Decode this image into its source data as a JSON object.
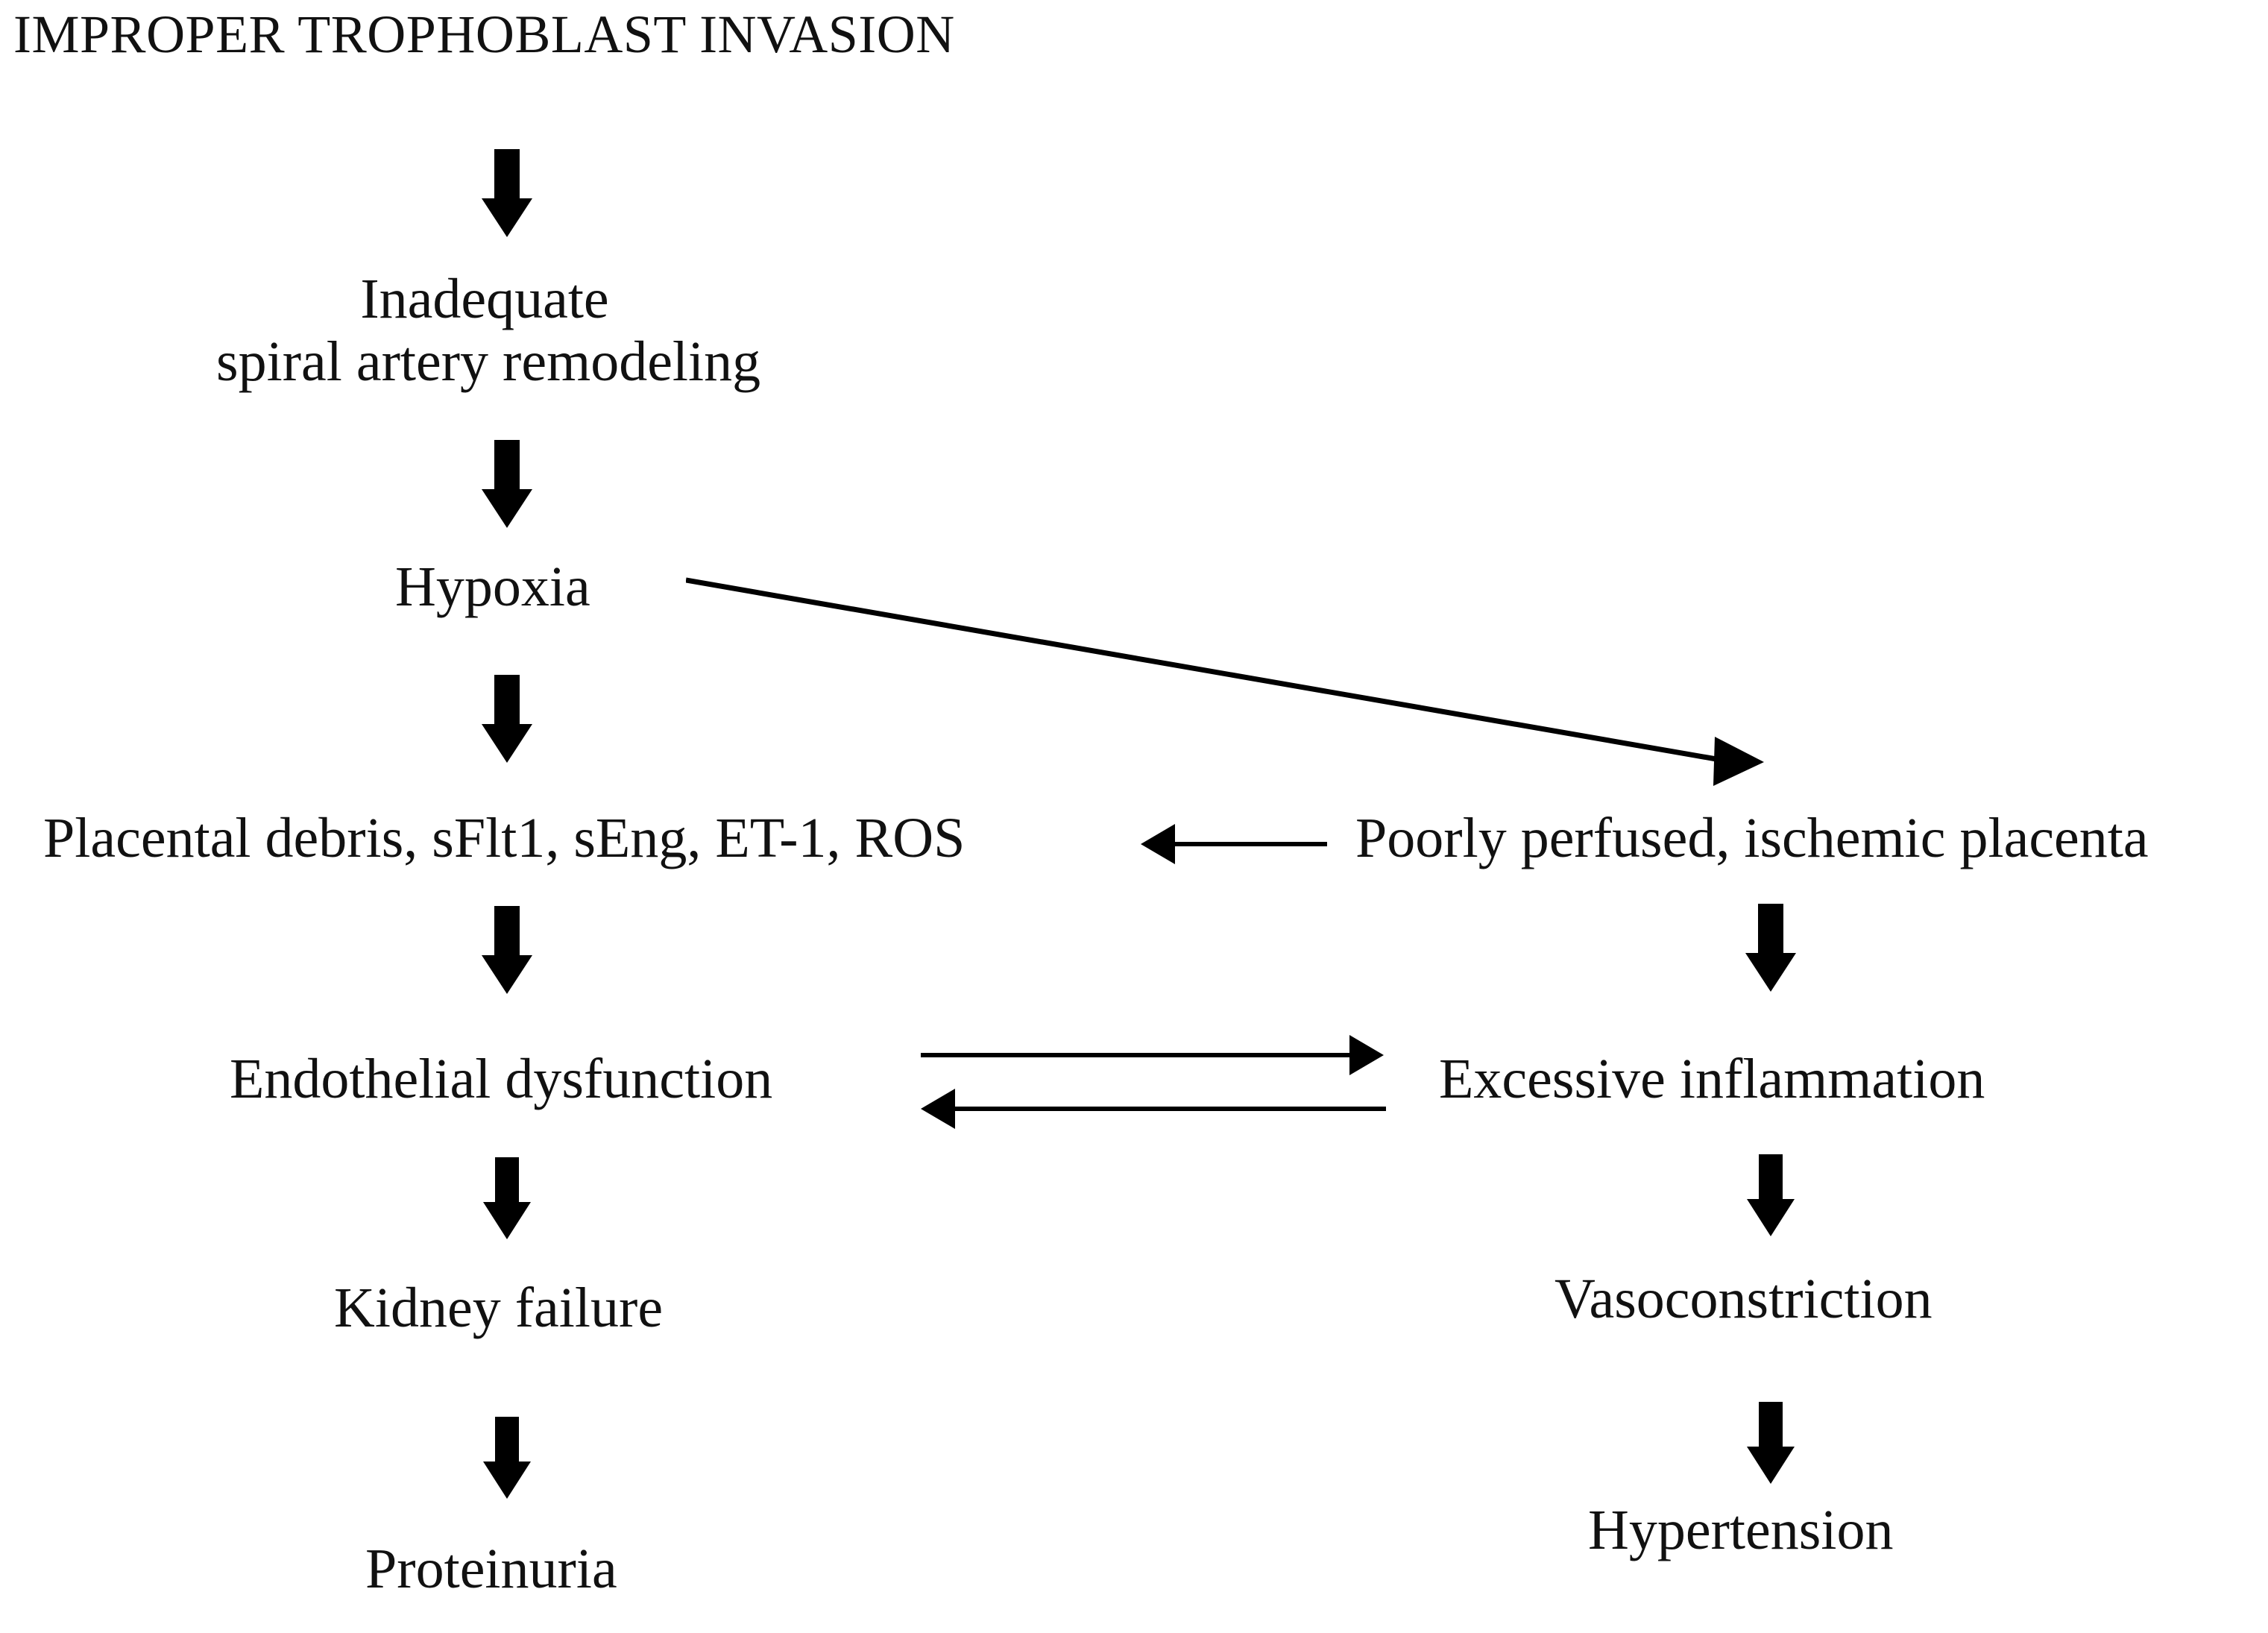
{
  "title": "IMPROPER TROPHOBLAST INVASION",
  "colors": {
    "ink": "#111111",
    "arrow": "#000000",
    "background": "#ffffff"
  },
  "nodes": {
    "inadequate_remodeling_line1": "Inadequate",
    "inadequate_remodeling_line2": "spiral artery remodeling",
    "hypoxia": "Hypoxia",
    "placental_debris": "Placental debris, sFlt1, sEng, ET-1, ROS",
    "poorly_perfused": "Poorly perfused, ischemic placenta",
    "endothelial_dysfunction": "Endothelial dysfunction",
    "excessive_inflammation": "Excessive inflammation",
    "kidney_failure": "Kidney failure",
    "vasoconstriction": "Vasoconstriction",
    "proteinuria": "Proteinuria",
    "hypertension": "Hypertension"
  },
  "arrows": [
    {
      "name": "arrow-title-to-remodeling",
      "kind": "block",
      "direction": "down"
    },
    {
      "name": "arrow-remodeling-to-hypoxia",
      "kind": "block",
      "direction": "down"
    },
    {
      "name": "arrow-hypoxia-to-debris",
      "kind": "block",
      "direction": "down"
    },
    {
      "name": "arrow-hypoxia-to-placenta",
      "kind": "thin",
      "direction": "diagonal-down-right"
    },
    {
      "name": "arrow-placenta-to-debris",
      "kind": "thin",
      "direction": "left"
    },
    {
      "name": "arrow-debris-to-endothelial",
      "kind": "block",
      "direction": "down"
    },
    {
      "name": "arrow-placenta-to-inflammation",
      "kind": "block",
      "direction": "down"
    },
    {
      "name": "arrow-endothelial-to-inflammation",
      "kind": "thin",
      "direction": "right"
    },
    {
      "name": "arrow-inflammation-to-endothelial",
      "kind": "thin",
      "direction": "left"
    },
    {
      "name": "arrow-endothelial-to-kidney",
      "kind": "block",
      "direction": "down"
    },
    {
      "name": "arrow-inflammation-to-vaso",
      "kind": "block",
      "direction": "down"
    },
    {
      "name": "arrow-kidney-to-proteinuria",
      "kind": "block",
      "direction": "down"
    },
    {
      "name": "arrow-vaso-to-hypertension",
      "kind": "block",
      "direction": "down"
    }
  ]
}
